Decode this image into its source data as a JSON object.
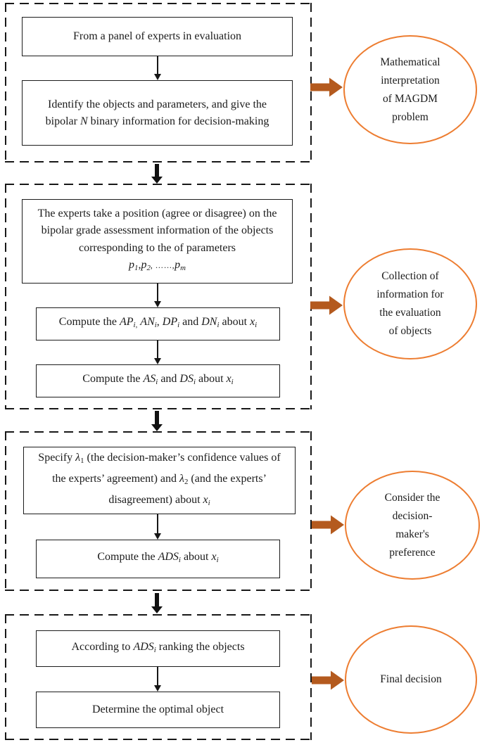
{
  "figure": {
    "palette": {
      "ellipse_stroke": "#ED7D31",
      "block_arrow_fill": "#B45A1E",
      "line_color": "#111111"
    },
    "stages": [
      {
        "name": "problem-setup",
        "boxes": [
          {
            "segments": [
              {
                "t": "From a panel of experts in evaluation"
              }
            ]
          },
          {
            "segments": [
              {
                "t": "Identify the objects and parameters, and give the bipolar "
              },
              {
                "t": "N",
                "s": "i"
              },
              {
                "t": " binary information for decision-making"
              }
            ]
          }
        ],
        "outcome_label": "Mathematical\ninterpretation\nof MAGDM\nproblem"
      },
      {
        "name": "information-collection",
        "boxes": [
          {
            "segments": [
              {
                "t": "The experts take a position (agree or disagree) on the bipolar grade assessment information of the objects corresponding to the of parameters"
              },
              {
                "br": true
              },
              {
                "t": "p",
                "s": "i"
              },
              {
                "t": "1",
                "s": "isub"
              },
              {
                "t": ","
              },
              {
                "t": "p",
                "s": "i"
              },
              {
                "t": "2",
                "s": "isub"
              },
              {
                "t": ", ……,",
                "s": "dots"
              },
              {
                "t": "p",
                "s": "i"
              },
              {
                "t": "m",
                "s": "isub"
              }
            ]
          },
          {
            "segments": [
              {
                "t": "Compute the "
              },
              {
                "t": "AP",
                "s": "i"
              },
              {
                "t": "i,",
                "s": "isub"
              },
              {
                "t": " "
              },
              {
                "t": "AN",
                "s": "i"
              },
              {
                "t": "i",
                "s": "isub"
              },
              {
                "t": ", "
              },
              {
                "t": "DP",
                "s": "i"
              },
              {
                "t": "i",
                "s": "isub"
              },
              {
                "t": " and "
              },
              {
                "t": "DN",
                "s": "i"
              },
              {
                "t": "i",
                "s": "isub"
              },
              {
                "t": " about "
              },
              {
                "t": "x",
                "s": "i"
              },
              {
                "t": "i",
                "s": "isub"
              }
            ]
          },
          {
            "segments": [
              {
                "t": "Compute the "
              },
              {
                "t": "AS",
                "s": "i"
              },
              {
                "t": "i",
                "s": "isub"
              },
              {
                "t": " and "
              },
              {
                "t": "DS",
                "s": "i"
              },
              {
                "t": "i",
                "s": "isub"
              },
              {
                "t": " about "
              },
              {
                "t": "x",
                "s": "i"
              },
              {
                "t": "i",
                "s": "isub"
              }
            ]
          }
        ],
        "outcome_label": "Collection of\ninformation for\nthe evaluation\nof objects"
      },
      {
        "name": "decision-maker-preference",
        "boxes": [
          {
            "segments": [
              {
                "t": "Specify "
              },
              {
                "t": "λ",
                "s": "i"
              },
              {
                "t": "1",
                "s": "sub"
              },
              {
                "t": " (the decision-maker’s confidence values of the experts’ agreement) and "
              },
              {
                "t": "λ",
                "s": "i"
              },
              {
                "t": "2",
                "s": "sub"
              },
              {
                "t": " (and the experts’ disagreement) about "
              },
              {
                "t": "x",
                "s": "i"
              },
              {
                "t": "i",
                "s": "isub"
              }
            ]
          },
          {
            "segments": [
              {
                "t": "Compute the "
              },
              {
                "t": "ADS",
                "s": "i"
              },
              {
                "t": "i",
                "s": "isub"
              },
              {
                "t": " about "
              },
              {
                "t": "x",
                "s": "i"
              },
              {
                "t": "i",
                "s": "isub"
              }
            ]
          }
        ],
        "outcome_label": "Consider the\ndecision-\nmaker's\npreference"
      },
      {
        "name": "final-decision",
        "boxes": [
          {
            "segments": [
              {
                "t": "According to "
              },
              {
                "t": "ADS",
                "s": "i"
              },
              {
                "t": "i",
                "s": "isub"
              },
              {
                "t": " ranking the objects"
              }
            ]
          },
          {
            "segments": [
              {
                "t": "Determine the optimal object"
              }
            ]
          }
        ],
        "outcome_label": "Final decision"
      }
    ]
  }
}
